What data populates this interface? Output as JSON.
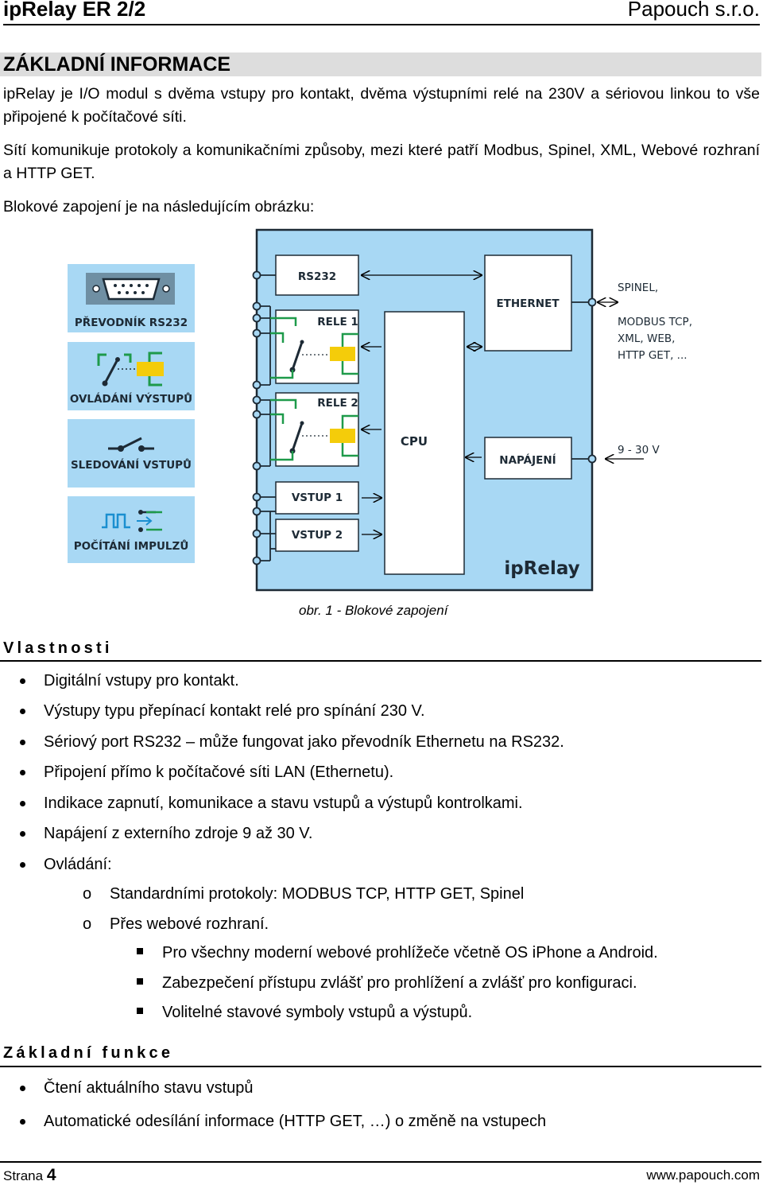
{
  "header": {
    "product": "ipRelay ER 2/2",
    "company": "Papouch s.r.o."
  },
  "section": {
    "title": "ZÁKLADNÍ INFORMACE"
  },
  "intro": {
    "p1": "ipRelay je I/O modul s dvěma vstupy pro kontakt, dvěma výstupními relé na 230V a sériovou linkou to vše připojené k počítačové síti.",
    "p2": "Sítí komunikuje protokoly a komunikačními způsoby, mezi které patří Modbus, Spinel, XML, Webové rozhraní a HTTP GET.",
    "p3": "Blokové zapojení je na následujícím obrázku:"
  },
  "diagram": {
    "features": [
      "PŘEVODNÍK RS232",
      "OVLÁDÁNÍ VÝSTUPŮ",
      "SLEDOVÁNÍ VSTUPŮ",
      "POČÍTÁNÍ IMPULZŮ"
    ],
    "blocks": {
      "rs232": "RS232",
      "rele1": "RELE 1",
      "rele2": "RELE 2",
      "cpu": "CPU",
      "ethernet": "ETHERNET",
      "napajeni": "NAPÁJENÍ",
      "vstup1": "VSTUP 1",
      "vstup2": "VSTUP 2",
      "brand": "ipRelay"
    },
    "protocols": [
      "SPINEL,",
      "MODBUS TCP,",
      "XML, WEB,",
      "HTTP GET, ..."
    ],
    "voltage": "9 - 30 V",
    "colors": {
      "module_bg": "#a8d8f4",
      "feature_bg": "#a8d8f4",
      "relay_green": "#1e9a4a",
      "coil_yellow": "#f4cc0a",
      "arrow_blue": "#1a8fd0"
    }
  },
  "caption": "obr. 1 - Blokové zapojení",
  "vlastnosti": {
    "title": "Vlastnosti",
    "items": [
      "Digitální vstupy pro kontakt.",
      "Výstupy typu přepínací kontakt relé pro spínání 230 V.",
      "Sériový port RS232 – může fungovat jako převodník Ethernetu na RS232.",
      "Připojení přímo k počítačové síti LAN (Ethernetu).",
      "Indikace zapnutí, komunikace a stavu vstupů a výstupů kontrolkami.",
      "Napájení z externího zdroje 9 až 30 V.",
      "Ovládání:"
    ],
    "sub": [
      "Standardními protokoly: MODBUS TCP, HTTP GET, Spinel",
      "Přes webové rozhraní."
    ],
    "subsub": [
      "Pro všechny moderní webové prohlížeče včetně OS iPhone a Android.",
      "Zabezpečení přístupu zvlášť pro prohlížení a zvlášť pro konfiguraci.",
      "Volitelné stavové symboly vstupů a výstupů."
    ]
  },
  "zakladni": {
    "title": "Základní funkce",
    "items": [
      "Čtení aktuálního stavu vstupů",
      "Automatické odesílání informace (HTTP GET, …) o změně na vstupech"
    ]
  },
  "footer": {
    "page_label": "Strana",
    "page_number": "4",
    "url": "www.papouch.com"
  }
}
